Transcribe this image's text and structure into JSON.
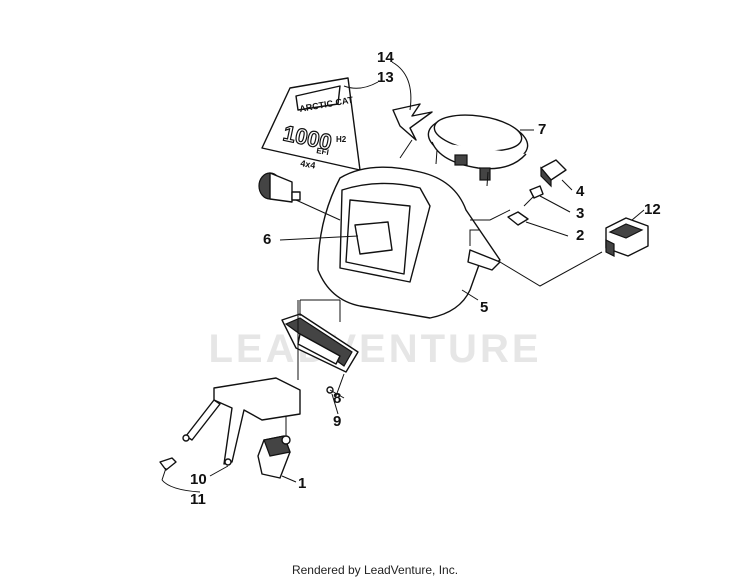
{
  "watermark": "LEADVENTURE",
  "decal_text": {
    "brand": "ARCTIC CAT",
    "model": "1000",
    "sub": "H2",
    "efi": "EFI",
    "drive": "4x4"
  },
  "callouts": {
    "c1": "1",
    "c2": "2",
    "c3": "3",
    "c4": "4",
    "c5": "5",
    "c6": "6",
    "c7": "7",
    "c8": "8",
    "c9": "9",
    "c10": "10",
    "c11": "11",
    "c12": "12",
    "c13": "13",
    "c14": "14"
  },
  "footer": "Rendered by LeadVenture, Inc."
}
